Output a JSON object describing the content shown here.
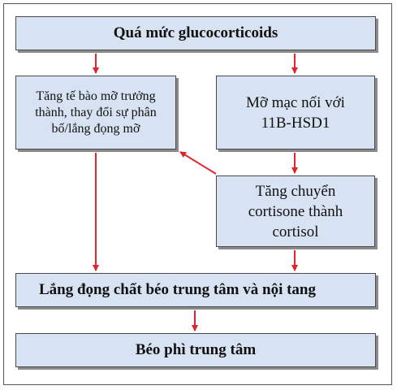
{
  "boxes": {
    "top": "Quá mức glucocorticoids",
    "left": "Tăng tế bào mỡ trưởng thành, thay đổi sự phân bố/lắng đọng mỡ",
    "right1": "Mỡ mạc nối với 11B-HSD1",
    "right2": "Tăng chuyển cortisone thành cortisol",
    "mid": "Lắng đọng chất béo trung tâm và nội tang",
    "bottom": "Béo phì trung tâm"
  },
  "colors": {
    "box_fill": "#d7e3f2",
    "arrow": "#e0242b",
    "border": "#4a4a4a"
  }
}
